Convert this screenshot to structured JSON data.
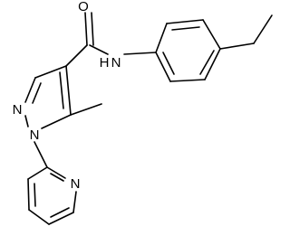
{
  "molecule": {
    "atoms": {
      "carbonyl_oxygen": "O",
      "amide_nitrogen": "N",
      "amide_hydrogen": "H",
      "pyrazole_n2": "N",
      "pyrazole_n1": "N",
      "pyridine_nitrogen": "N"
    }
  },
  "colors": {
    "bond": "#000000",
    "background": "#ffffff"
  }
}
